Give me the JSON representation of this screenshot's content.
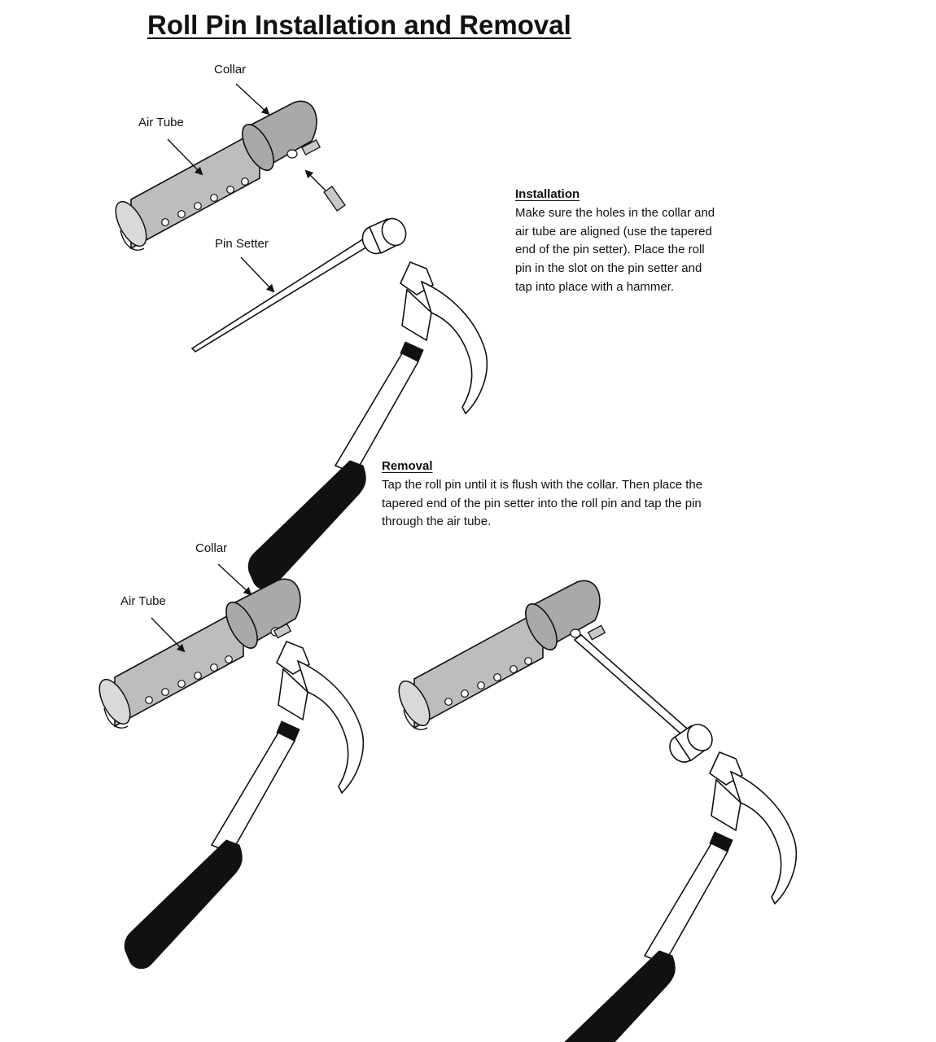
{
  "title": "Roll Pin Installation and Removal",
  "labels": {
    "collar_top": "Collar",
    "air_tube_top": "Air Tube",
    "pin_setter": "Pin Setter",
    "collar_bottom": "Collar",
    "air_tube_bottom": "Air Tube"
  },
  "installation": {
    "heading": "Installation",
    "lines": [
      "Make sure the holes in the collar and",
      "air tube are aligned (use the tapered",
      "end of the pin setter).  Place the roll",
      "pin in the slot on the pin setter and",
      "tap into place with a hammer."
    ]
  },
  "removal": {
    "heading": "Removal",
    "lines": [
      "Tap the roll pin until it is flush with the collar.  Then place the",
      "tapered end of the pin setter into the roll pin and tap the pin",
      "through the air tube."
    ]
  }
}
